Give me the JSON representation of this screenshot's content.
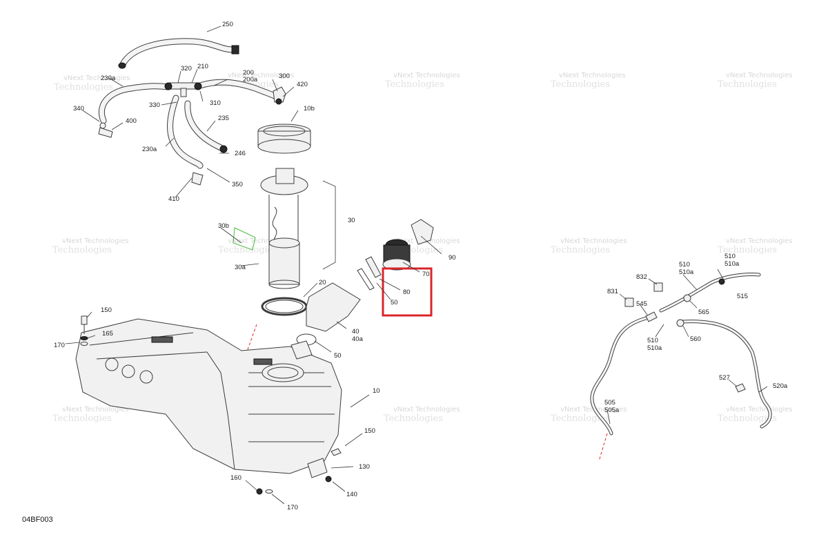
{
  "diagram_code": "04BF003",
  "watermark": {
    "line1": "vNext Technologies",
    "line2": "Technologies"
  },
  "highlight_color": "#d9252a",
  "callouts": {
    "c250": "250",
    "c230a_top": "230a",
    "c320": "320",
    "c210": "210",
    "c200": "200",
    "c200a": "200a",
    "c300": "300",
    "c420": "420",
    "c340": "340",
    "c330": "330",
    "c310": "310",
    "c400": "400",
    "c235": "235",
    "c10b": "10b",
    "c230a": "230a",
    "c246": "246",
    "c350": "350",
    "c410": "410",
    "c30": "30",
    "c30b": "30b",
    "c30a": "30a",
    "c90": "90",
    "c70": "70",
    "c80": "80",
    "c50_top": "50",
    "c20": "20",
    "c40": "40",
    "c40a": "40a",
    "c50": "50",
    "c150_top": "150",
    "c165": "165",
    "c170_top": "170",
    "c10": "10",
    "c150": "150",
    "c130": "130",
    "c160": "160",
    "c140": "140",
    "c170": "170",
    "c832": "832",
    "c510_top": "510",
    "c510a_top": "510a",
    "c510_r": "510",
    "c510a_r": "510a",
    "c515": "515",
    "c831": "831",
    "c545": "545",
    "c565": "565",
    "c510": "510",
    "c510a": "510a",
    "c560": "560",
    "c527": "527",
    "c520a": "520a",
    "c505": "505",
    "c505a": "505a"
  }
}
